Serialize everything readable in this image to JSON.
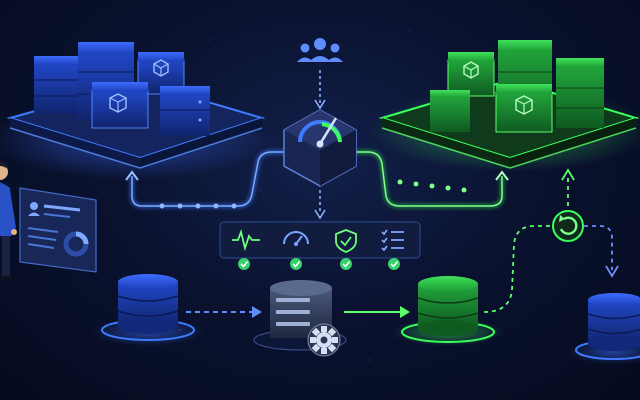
{
  "colors": {
    "background": "#070d22",
    "blue_primary": "#2f63ff",
    "blue_glow": "#4d8dff",
    "green_primary": "#2bd14a",
    "green_glow": "#5cff6c",
    "neutral_node": "#3b4a6b",
    "check_ok": "#33d16a"
  },
  "icons": {
    "users": "users-icon",
    "gauge": "speedometer-icon",
    "monitoring": [
      "heartbeat-icon",
      "speedometer-icon",
      "shield-check-icon",
      "checklist-icon"
    ],
    "rollback": "refresh-icon",
    "settings": "gear-icon"
  },
  "statuses": [
    "ok",
    "ok",
    "ok",
    "ok"
  ]
}
